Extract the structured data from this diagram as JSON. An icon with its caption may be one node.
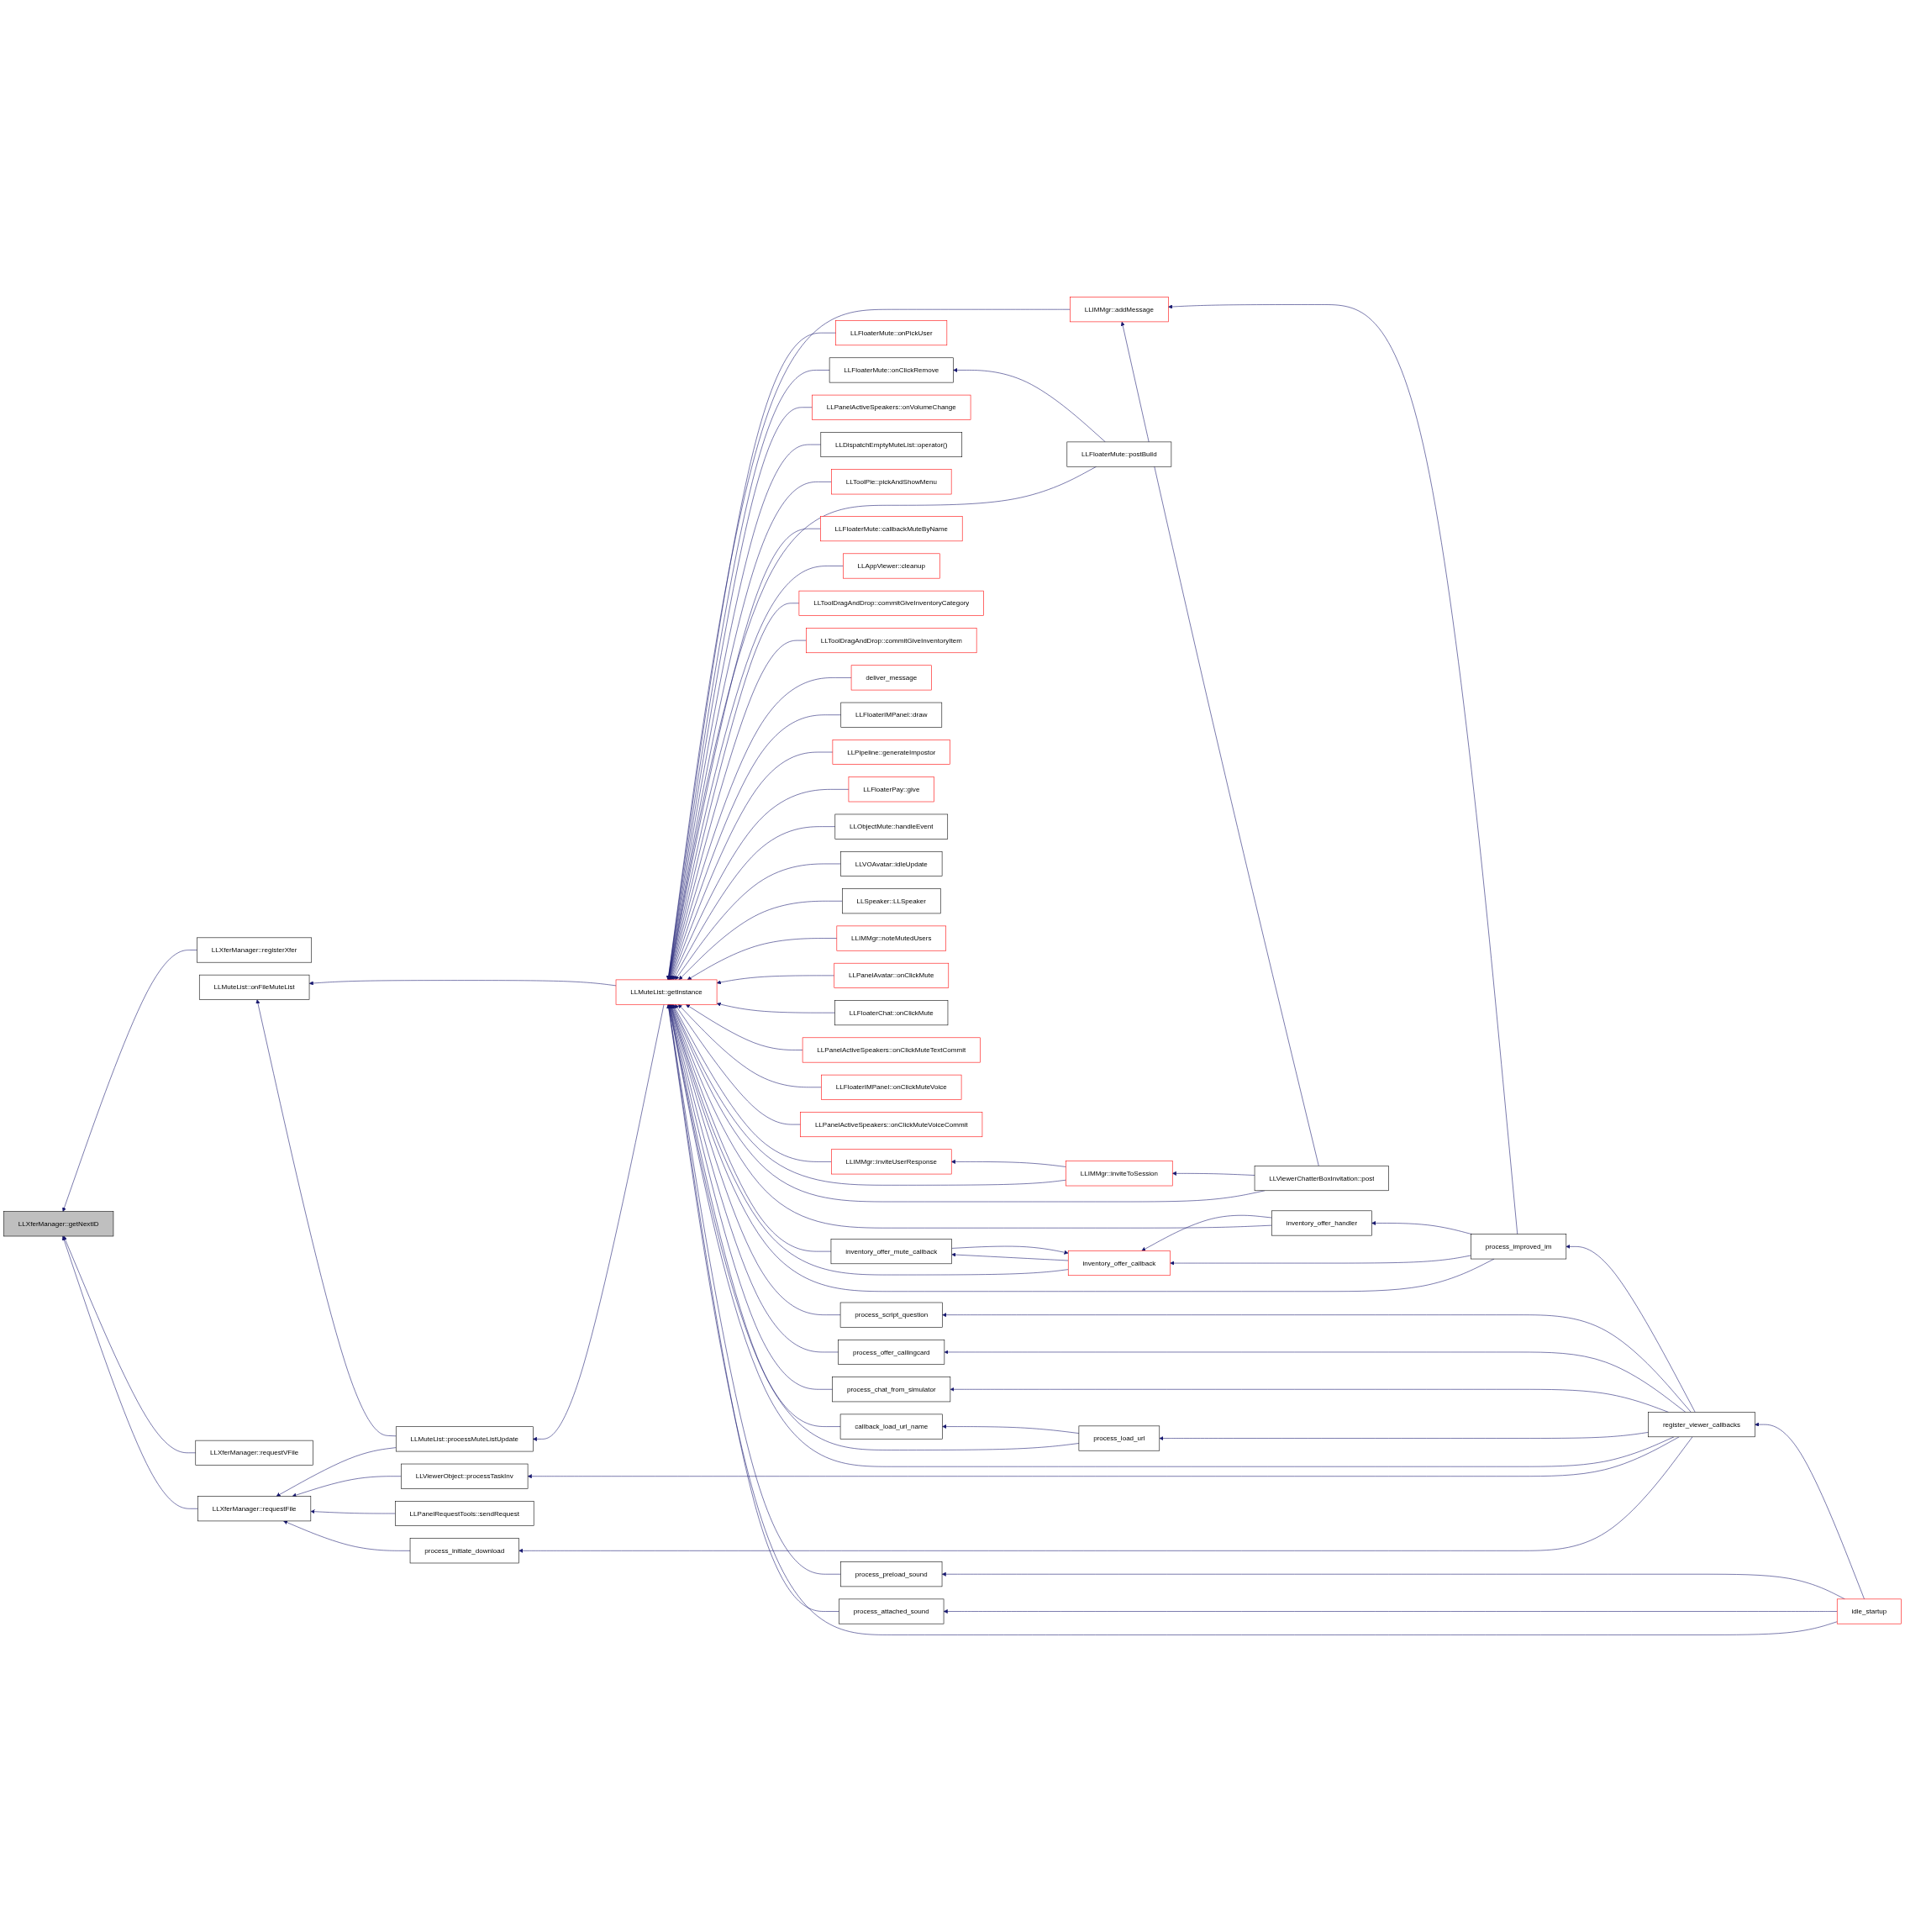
{
  "diagram": {
    "nodes": [
      {
        "text": [
          "LLXferManager::getNextID"
        ]
      },
      {
        "text": [
          "LLXferManager::registerXfer"
        ]
      },
      {
        "text": [
          "LLXferManager::requestFile"
        ]
      },
      {
        "text": [
          "LLXferManager::requestVFile"
        ]
      },
      {
        "text": [
          "process_initiate_download"
        ]
      },
      {
        "text": [
          "LLViewerObject::processTaskInv"
        ]
      },
      {
        "text": [
          "LLMuteList::processMuteListUpdate"
        ]
      },
      {
        "text": [
          "LLPanelRequestTools::sendRequest"
        ]
      },
      {
        "text": [
          "LLMuteList::getInstance"
        ]
      },
      {
        "text": [
          "LLFloaterMute::onClickRemove"
        ]
      },
      {
        "text": [
          "LLFloaterMute::onPickUser"
        ]
      },
      {
        "text": [
          "callback_load_url_name"
        ]
      },
      {
        "text": [
          "LLPanelActiveSpeakers::onVolumeChange"
        ]
      },
      {
        "text": [
          "LLDispatchEmptyMuteList::operator()"
        ]
      },
      {
        "text": [
          "inventory_offer_callback"
        ]
      },
      {
        "text": [
          "LLToolPie::pickAndShowMenu"
        ]
      },
      {
        "text": [
          "LLIMMgr::inviteUserResponse"
        ]
      },
      {
        "text": [
          "LLFloaterMute::callbackMuteByName"
        ]
      },
      {
        "text": [
          "LLAppViewer::cleanup"
        ]
      },
      {
        "text": [
          "LLToolDragAndDrop::commitGiveInventoryCategory"
        ]
      },
      {
        "text": [
          "LLToolDragAndDrop::commitGiveInventoryItem"
        ]
      },
      {
        "text": [
          "deliver_message"
        ]
      },
      {
        "text": [
          "LLFloaterIMPanel::draw"
        ]
      },
      {
        "text": [
          "LLPipeline::generateImpostor"
        ]
      },
      {
        "text": [
          "LLFloaterPay::give"
        ]
      },
      {
        "text": [
          "LLObjectMute::handleEvent"
        ]
      },
      {
        "text": [
          "LLVOAvatar::idleUpdate"
        ]
      },
      {
        "text": [
          "LLSpeaker::LLSpeaker"
        ]
      },
      {
        "text": [
          "LLIMMgr::noteMutedUsers"
        ]
      },
      {
        "text": [
          "LLPanelAvatar::onClickMute"
        ]
      },
      {
        "text": [
          "LLFloaterChat::onClickMute"
        ]
      },
      {
        "text": [
          "LLPanelActiveSpeakers::onClickMuteTextCommit"
        ]
      },
      {
        "text": [
          "LLFloaterIMPanel::onClickMuteVoice"
        ]
      },
      {
        "text": [
          "LLPanelActiveSpeakers::onClickMuteVoiceCommit"
        ]
      },
      {
        "text": [
          "LLMuteList::onFileMuteList"
        ]
      },
      {
        "text": [
          "LLFloaterMute::postBuild"
        ]
      },
      {
        "text": [
          "process_load_url"
        ]
      },
      {
        "text": [
          "process_chat_from_simulator"
        ]
      },
      {
        "text": [
          "process_offer_callingcard"
        ]
      },
      {
        "text": [
          "process_script_question"
        ]
      },
      {
        "text": [
          "inventory_offer_mute_callback"
        ]
      },
      {
        "text": [
          "inventory_offer_handler"
        ]
      },
      {
        "text": [
          "process_improved_im"
        ]
      },
      {
        "text": [
          "LLIMMgr::addMessage"
        ]
      },
      {
        "text": [
          "process_attached_sound"
        ]
      },
      {
        "text": [
          "process_preload_sound"
        ]
      },
      {
        "text": [
          "LLIMMgr::inviteToSession"
        ]
      },
      {
        "text": [
          "LLViewerChatterBoxInvitation::post"
        ]
      },
      {
        "text": [
          "register_viewer_callbacks"
        ]
      },
      {
        "text": [
          "idle_startup"
        ]
      }
    ],
    "edges": [
      {
        "from": 1,
        "to": 0,
        "arrow": "to"
      },
      {
        "from": 2,
        "to": 0,
        "arrow": "to"
      },
      {
        "from": 3,
        "to": 0,
        "arrow": "to"
      },
      {
        "from": 4,
        "to": 2,
        "arrow": "to"
      },
      {
        "from": 5,
        "to": 2,
        "arrow": "to"
      },
      {
        "from": 6,
        "to": 2,
        "arrow": "to"
      },
      {
        "from": 7,
        "to": 2,
        "arrow": "to"
      },
      {
        "from": 48,
        "to": 4,
        "arrow": "to"
      },
      {
        "from": 48,
        "to": 5,
        "arrow": "to"
      },
      {
        "from": 8,
        "to": 6,
        "arrow": "to"
      },
      {
        "from": 6,
        "to": 34,
        "arrow": "to"
      },
      {
        "from": 8,
        "to": 34,
        "arrow": "to"
      },
      {
        "from": 9,
        "to": 8,
        "arrow": "to"
      },
      {
        "from": 10,
        "to": 8,
        "arrow": "to"
      },
      {
        "from": 11,
        "to": 8,
        "arrow": "to"
      },
      {
        "from": 12,
        "to": 8,
        "arrow": "to"
      },
      {
        "from": 13,
        "to": 8,
        "arrow": "to"
      },
      {
        "from": 14,
        "to": 8,
        "arrow": "to"
      },
      {
        "from": 15,
        "to": 8,
        "arrow": "to"
      },
      {
        "from": 16,
        "to": 8,
        "arrow": "to"
      },
      {
        "from": 17,
        "to": 8,
        "arrow": "to"
      },
      {
        "from": 18,
        "to": 8,
        "arrow": "to"
      },
      {
        "from": 19,
        "to": 8,
        "arrow": "to"
      },
      {
        "from": 20,
        "to": 8,
        "arrow": "to"
      },
      {
        "from": 21,
        "to": 8,
        "arrow": "to"
      },
      {
        "from": 22,
        "to": 8,
        "arrow": "to"
      },
      {
        "from": 23,
        "to": 8,
        "arrow": "to"
      },
      {
        "from": 24,
        "to": 8,
        "arrow": "to"
      },
      {
        "from": 25,
        "to": 8,
        "arrow": "to"
      },
      {
        "from": 26,
        "to": 8,
        "arrow": "to"
      },
      {
        "from": 27,
        "to": 8,
        "arrow": "to"
      },
      {
        "from": 28,
        "to": 8,
        "arrow": "to"
      },
      {
        "from": 29,
        "to": 8,
        "arrow": "to"
      },
      {
        "from": 30,
        "to": 8,
        "arrow": "to"
      },
      {
        "from": 31,
        "to": 8,
        "arrow": "to"
      },
      {
        "from": 32,
        "to": 8,
        "arrow": "to"
      },
      {
        "from": 33,
        "to": 8,
        "arrow": "to"
      },
      {
        "from": 35,
        "to": 8,
        "arrow": "to"
      },
      {
        "from": 35,
        "to": 9,
        "arrow": "to"
      },
      {
        "from": 36,
        "to": 8,
        "arrow": "to"
      },
      {
        "from": 36,
        "to": 11,
        "arrow": "to"
      },
      {
        "from": 37,
        "to": 8,
        "arrow": "to"
      },
      {
        "from": 38,
        "to": 8,
        "arrow": "to"
      },
      {
        "from": 39,
        "to": 8,
        "arrow": "to"
      },
      {
        "from": 40,
        "to": 8,
        "arrow": "to"
      },
      {
        "from": 40,
        "to": 14,
        "arrow": "to"
      },
      {
        "from": 14,
        "to": 40,
        "arrow": "to"
      },
      {
        "from": 41,
        "to": 8,
        "arrow": "to"
      },
      {
        "from": 41,
        "to": 14,
        "arrow": "to"
      },
      {
        "from": 42,
        "to": 8,
        "arrow": "to"
      },
      {
        "from": 42,
        "to": 14,
        "arrow": "to"
      },
      {
        "from": 42,
        "to": 41,
        "arrow": "to"
      },
      {
        "from": 42,
        "to": 43,
        "arrow": "to"
      },
      {
        "from": 43,
        "to": 8,
        "arrow": "to"
      },
      {
        "from": 44,
        "to": 8,
        "arrow": "to"
      },
      {
        "from": 45,
        "to": 8,
        "arrow": "to"
      },
      {
        "from": 46,
        "to": 8,
        "arrow": "to"
      },
      {
        "from": 46,
        "to": 16,
        "arrow": "to"
      },
      {
        "from": 47,
        "to": 8,
        "arrow": "to"
      },
      {
        "from": 47,
        "to": 46,
        "arrow": "to"
      },
      {
        "from": 47,
        "to": 43,
        "arrow": "to"
      },
      {
        "from": 48,
        "to": 8,
        "arrow": "to"
      },
      {
        "from": 48,
        "to": 36,
        "arrow": "to"
      },
      {
        "from": 48,
        "to": 37,
        "arrow": "to"
      },
      {
        "from": 48,
        "to": 38,
        "arrow": "to"
      },
      {
        "from": 48,
        "to": 39,
        "arrow": "to"
      },
      {
        "from": 48,
        "to": 42,
        "arrow": "to"
      },
      {
        "from": 49,
        "to": 8,
        "arrow": "to"
      },
      {
        "from": 49,
        "to": 44,
        "arrow": "to"
      },
      {
        "from": 49,
        "to": 45,
        "arrow": "to"
      },
      {
        "from": 49,
        "to": 48,
        "arrow": "to"
      }
    ]
  }
}
